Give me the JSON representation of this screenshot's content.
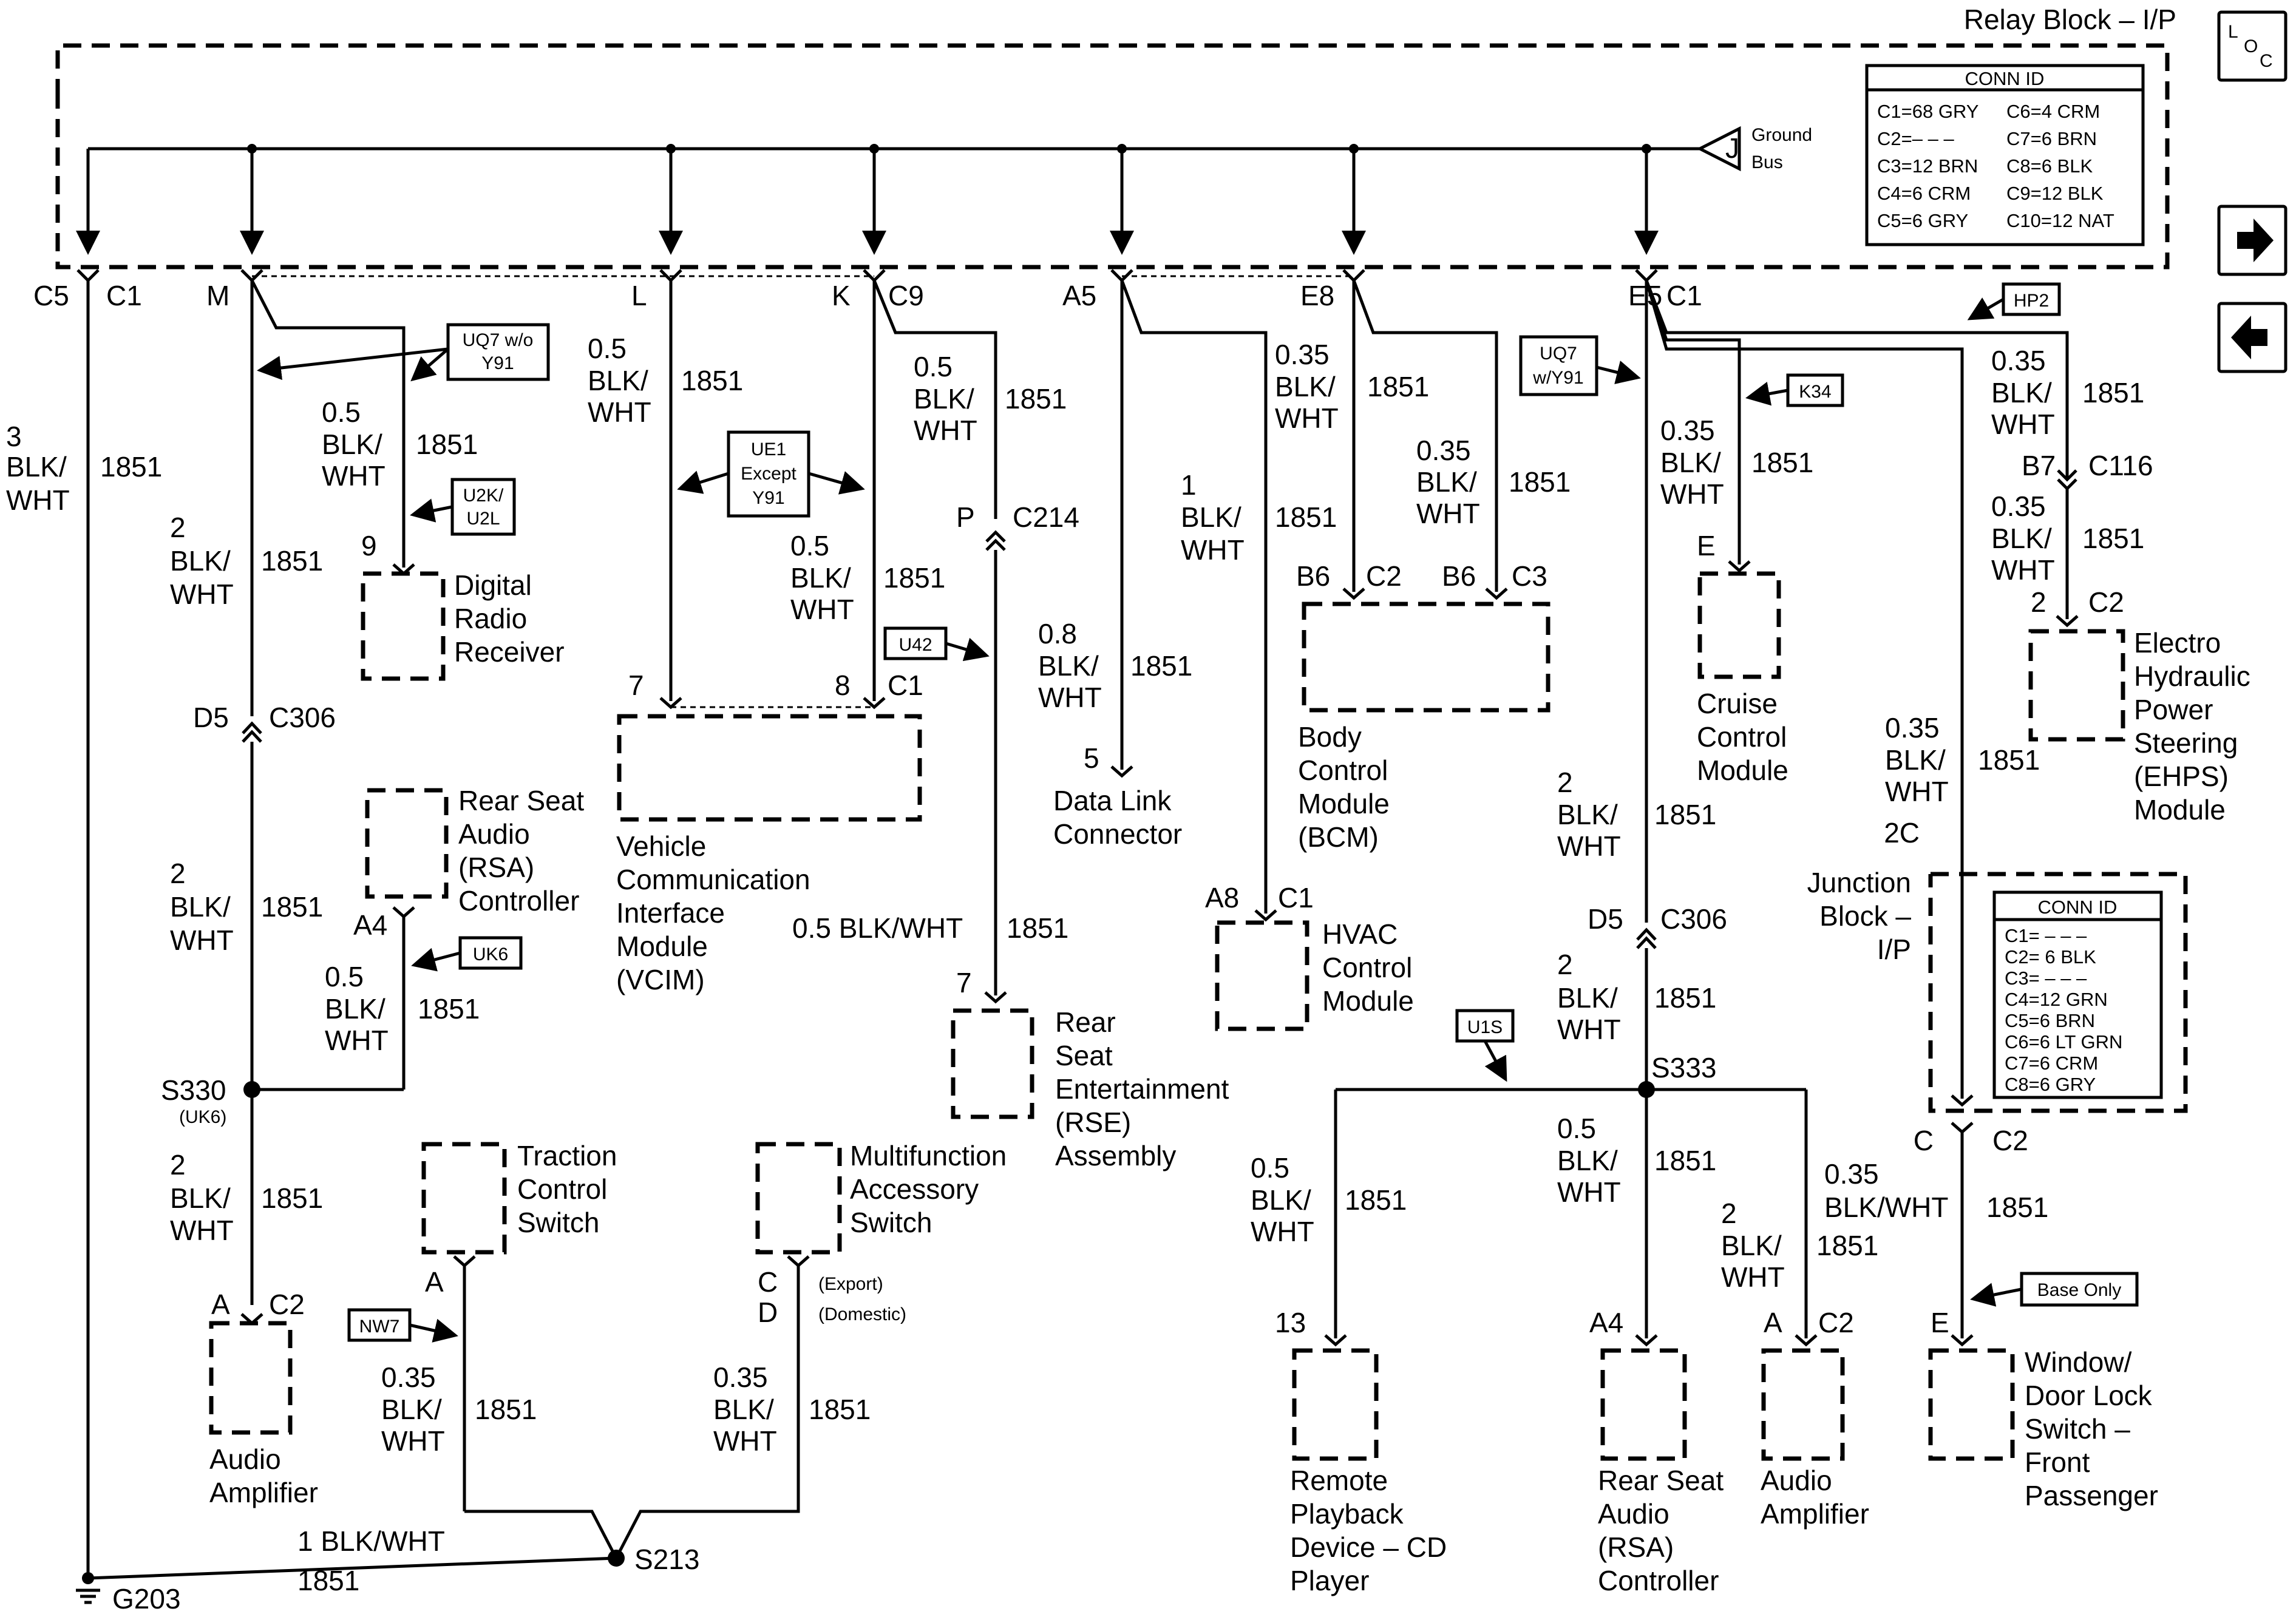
{
  "relay_block": {
    "title": "Relay Block – I/P",
    "ground_bus_pin": "J",
    "ground_bus_label": [
      "Ground",
      "Bus"
    ],
    "conn_id_title": "CONN ID",
    "conn_id_left": [
      "C1=68 GRY",
      "C2=– – –",
      "C3=12 BRN",
      "C4=6 CRM",
      "C5=6 GRY"
    ],
    "conn_id_right": [
      "C6=4 CRM",
      "C7=6 BRN",
      "C8=6 BLK",
      "C9=12 BLK",
      "C10=12 NAT"
    ]
  },
  "nav": {
    "loc_letters": [
      "L",
      "O",
      "C"
    ],
    "next": "→",
    "prev": "←"
  },
  "pins": {
    "c5": "C5",
    "c1a": "C1",
    "m": "M",
    "l": "L",
    "k": "K",
    "c9": "C9",
    "a5": "A5",
    "e8": "E8",
    "e5": "E5",
    "c1b": "C1"
  },
  "wire": {
    "num": "1851",
    "blk": "BLK/",
    "wht": "WHT",
    "blk_wht": "BLK/WHT"
  },
  "gauges": {
    "g3": "3",
    "g2": "2",
    "g05": "0.5",
    "g035": "0.35",
    "g1": "1",
    "g08": "0.8",
    "g05_full": "0.5 BLK/WHT",
    "g1_full": "1 BLK/WHT"
  },
  "options": {
    "uq7_wo": [
      "UQ7 w/o",
      "Y91"
    ],
    "u2k": [
      "U2K/",
      "U2L"
    ],
    "ue1": [
      "UE1",
      "Except",
      "Y91"
    ],
    "u42": "U42",
    "uq7_w": [
      "UQ7",
      "w/Y91"
    ],
    "k34": "K34",
    "hp2": "HP2",
    "uk6": "UK6",
    "u1s": "U1S",
    "nw7": "NW7",
    "base_only": "Base Only"
  },
  "inline_connectors": {
    "c306_left_pin": "D5",
    "c306_left": "C306",
    "c214_pin": "P",
    "c214": "C214",
    "c116_pin": "B7",
    "c116": "C116",
    "c306_right_pin": "D5",
    "c306_right": "C306"
  },
  "splices": {
    "s330": "S330",
    "s330_note": "(UK6)",
    "s213": "S213",
    "s333": "S333",
    "ground": "G203"
  },
  "components": {
    "drr": {
      "pin": "9",
      "name": [
        "Digital",
        "Radio",
        "Receiver"
      ]
    },
    "rsa_left": {
      "pin": "A4",
      "name": [
        "Rear Seat",
        "Audio",
        "(RSA)",
        "Controller"
      ]
    },
    "amp_left": {
      "pin": "A",
      "conn": "C2",
      "name": [
        "Audio",
        "Amplifier"
      ]
    },
    "vcim": {
      "pin1": "7",
      "pin2": "8",
      "conn": "C1",
      "name": [
        "Vehicle",
        "Communication",
        "Interface",
        "Module",
        "(VCIM)"
      ]
    },
    "rse": {
      "pin": "7",
      "name": [
        "Rear",
        "Seat",
        "Entertainment",
        "(RSE)",
        "Assembly"
      ]
    },
    "dlc": {
      "pin": "5",
      "name": [
        "Data Link",
        "Connector"
      ]
    },
    "bcm": {
      "pin1": "B6",
      "conn1": "C2",
      "pin2": "B6",
      "conn2": "C3",
      "name": [
        "Body",
        "Control",
        "Module",
        "(BCM)"
      ]
    },
    "hvac": {
      "pin": "A8",
      "conn": "C1",
      "name": [
        "HVAC",
        "Control",
        "Module"
      ]
    },
    "cruise": {
      "pin": "E",
      "name": [
        "Cruise",
        "Control",
        "Module"
      ]
    },
    "ehps": {
      "pin": "2",
      "conn": "C2",
      "name": [
        "Electro",
        "Hydraulic",
        "Power",
        "Steering",
        "(EHPS)",
        "Module"
      ]
    },
    "junction": {
      "name": [
        "Junction",
        "Block –",
        "I/P"
      ],
      "pin_in": "2C",
      "pin_out": "C",
      "conn_out": "C2",
      "conn_id_title": "CONN ID",
      "conn_id": [
        "C1= – – –",
        "C2= 6 BLK",
        "C3= – – –",
        "C4=12 GRN",
        "C5=6 BRN",
        "C6=6 LT GRN",
        "C7=6 CRM",
        "C8=6 GRY"
      ]
    },
    "traction": {
      "pin": "A",
      "name": [
        "Traction",
        "Control",
        "Switch"
      ]
    },
    "multifunction": {
      "pin1": "C",
      "pin2": "D",
      "note1": "(Export)",
      "note2": "(Domestic)",
      "name": [
        "Multifunction",
        "Accessory",
        "Switch"
      ]
    },
    "remote": {
      "pin": "13",
      "name": [
        "Remote",
        "Playback",
        "Device – CD",
        "Player"
      ]
    },
    "rsa_right": {
      "pin": "A4",
      "name": [
        "Rear Seat",
        "Audio",
        "(RSA)",
        "Controller"
      ]
    },
    "amp_right": {
      "pin": "A",
      "conn": "C2",
      "name": [
        "Audio",
        "Amplifier"
      ]
    },
    "window": {
      "pin": "E",
      "name": [
        "Window/",
        "Door Lock",
        "Switch –",
        "Front",
        "Passenger"
      ]
    }
  }
}
